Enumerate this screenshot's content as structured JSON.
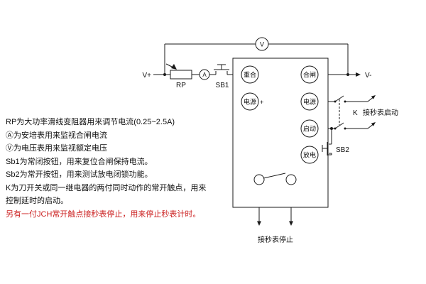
{
  "colors": {
    "line": "#1a1a1a",
    "text": "#111111",
    "note_highlight": "#cc2222",
    "background": "#ffffff"
  },
  "notes": {
    "lines": [
      "RP为大功率滑线变阻器用来调节电流(0.25~2.5A)",
      "Ⓐ为安培表用来监视合闸电流",
      "Ⓥ为电压表用来监视额定电压",
      "Sb1为常闭按钮，用来复位合闸保持电流。",
      "Sb2为常开按钮，用来测试放电闭锁功能。",
      "K为刀开关或同一继电器的两付同时动作的常开触点，用来",
      "控制延时的启动。",
      "另有一付JCH常开触点接秒表停止，用来停止秒表计时。"
    ]
  },
  "diagram": {
    "terminals": {
      "v_plus": "V+",
      "v_minus": "V-",
      "reclose": "重合",
      "close_sw": "合闸",
      "power_left": "电源",
      "power_left_polarity": "+",
      "power_right": "电源",
      "start": "启动",
      "discharge": "放电"
    },
    "components": {
      "rheostat": "RP",
      "ammeter": "A",
      "voltmeter": "V",
      "nc_button": "SB1",
      "no_button": "SB2",
      "knife_switch": "K"
    },
    "annotations": {
      "stopwatch_start": "接秒表启动",
      "stopwatch_stop": "接秒表停止"
    }
  }
}
